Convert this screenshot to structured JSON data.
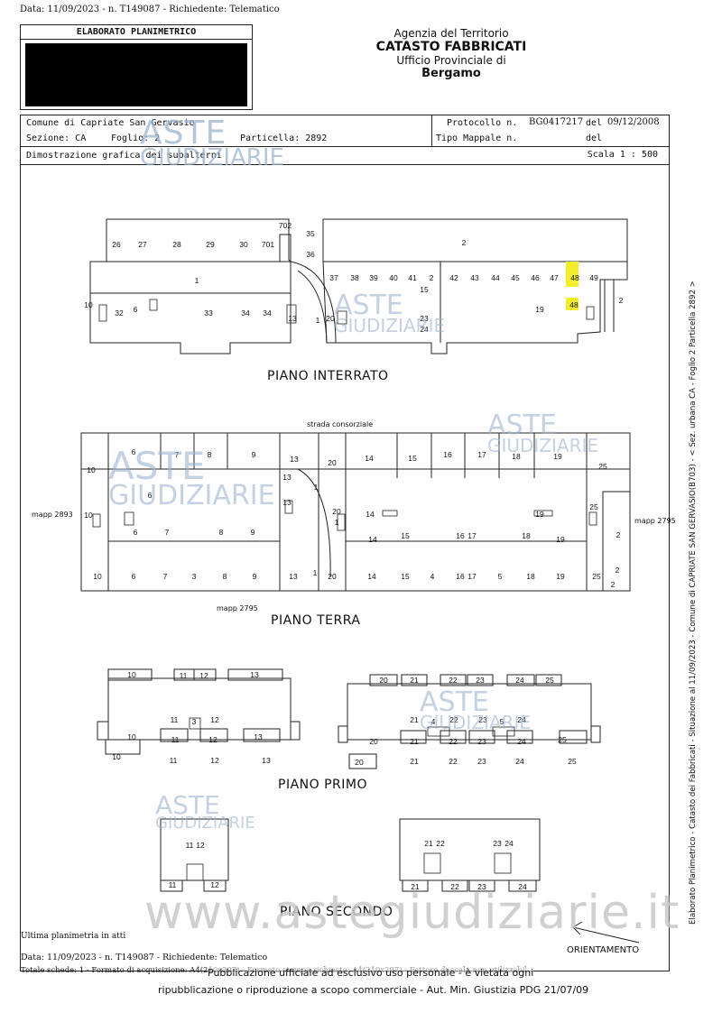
{
  "top_stamp": "Data: 11/09/2023 - n. T149087 - Richiedente: Telematico",
  "elaborato_title": "ELABORATO PLANIMETRICO",
  "agency": {
    "line1": "Agenzia del Territorio",
    "line2": "CATASTO FABBRICATI",
    "line3": "Ufficio Provinciale di",
    "line4": "Bergamo"
  },
  "info": {
    "comune": "Comune di Capriate San Gervasio",
    "sezione": "Sezione: CA",
    "foglio": "Foglio: 2",
    "particella": "Particella: 2892",
    "protocollo_label": "Protocollo n.",
    "protocollo_value": "BG0417217",
    "del_label": "del",
    "protocollo_date": "09/12/2008",
    "tipo_mappale": "Tipo Mappale n.",
    "del2": "del",
    "dimostrazione": "Dimostrazione grafica dei subalterni",
    "scala": "Scala 1 : 500"
  },
  "floors": {
    "interrato": "PIANO INTERRATO",
    "terra": "PIANO TERRA",
    "primo": "PIANO PRIMO",
    "secondo": "PIANO SECONDO"
  },
  "labels": {
    "strada": "strada consorziale",
    "mapp2893": "mapp 2893",
    "mapp2795_right": "mapp 2795",
    "mapp2795_bottom": "mapp 2795",
    "orientamento": "ORIENTAMENTO",
    "ultima": "Ultima planimetria in atti"
  },
  "interrato_units": {
    "top": [
      "26",
      "27",
      "28",
      "29",
      "30",
      "701",
      "702",
      "35",
      "36",
      "2"
    ],
    "row": [
      "37",
      "38",
      "39",
      "40",
      "41",
      "2",
      "42",
      "43",
      "44",
      "45",
      "46",
      "47",
      "48",
      "49"
    ],
    "other": [
      "1",
      "10",
      "6",
      "33",
      "34",
      "34",
      "13",
      "1",
      "20",
      "23",
      "24",
      "15",
      "19",
      "48",
      "2"
    ]
  },
  "terra_units": {
    "top": [
      "10",
      "6",
      "7",
      "8",
      "9",
      "13",
      "20",
      "14",
      "15",
      "16",
      "17",
      "18",
      "19",
      "25"
    ],
    "mid": [
      "6",
      "10",
      "6",
      "7",
      "8",
      "9",
      "13",
      "1",
      "14",
      "15",
      "16",
      "17",
      "18",
      "19",
      "20",
      "19",
      "25",
      "2"
    ],
    "bottom": [
      "10",
      "6",
      "7",
      "3",
      "8",
      "9",
      "13",
      "1",
      "20",
      "14",
      "15",
      "4",
      "16",
      "17",
      "5",
      "18",
      "19",
      "25",
      "2",
      "2"
    ]
  },
  "primo_units": {
    "left_top": [
      "10",
      "11",
      "12",
      "13"
    ],
    "left_mid": [
      "11",
      "3",
      "12",
      "11",
      "12",
      "10",
      "13"
    ],
    "left_bottom": [
      "10",
      "11",
      "12",
      "13"
    ],
    "right_top": [
      "20",
      "21",
      "22",
      "23",
      "24",
      "25"
    ],
    "right_mid": [
      "21",
      "4",
      "22",
      "23",
      "5",
      "24",
      "21",
      "22",
      "23",
      "24",
      "20",
      "25"
    ],
    "right_bottom": [
      "20",
      "21",
      "22",
      "23",
      "24",
      "25"
    ]
  },
  "secondo_units": {
    "left": [
      "11",
      "12",
      "11",
      "12"
    ],
    "right": [
      "21",
      "22",
      "23",
      "24",
      "21",
      "22",
      "23",
      "24"
    ]
  },
  "side_text": "Elaborato Planimetrico - Catasto dei Fabbricati - Situazione al 11/09/2023 - Comune di CAPRIATE SAN GERVASIO(B703) - < Sez. urbana CA - Foglio 2 Particella 2892 >",
  "footer": {
    "line1": "Data: 11/09/2023 - n. T149087 - Richiedente: Telematico",
    "line2": "Totale schede: 1 - Formato di acquisizione: A4(210x297) - Formato stampa richiesto: A4(210x297) - Fattore di scala non utilizzabile",
    "pub1": "Pubblicazione ufficiale ad esclusivo uso personale - è vietata ogni",
    "pub2": "ripubblicazione o riproduzione a scopo commerciale - Aut. Min. Giustizia PDG 21/07/09"
  },
  "watermark": {
    "aste": "ASTE",
    "giudiziarie": "GIUDIZIARIE",
    "url": "www.astegiudiziarie.it"
  },
  "colors": {
    "highlight": "#f2ee2a",
    "watermark": "#9db3cf",
    "redacted": "#000000"
  }
}
